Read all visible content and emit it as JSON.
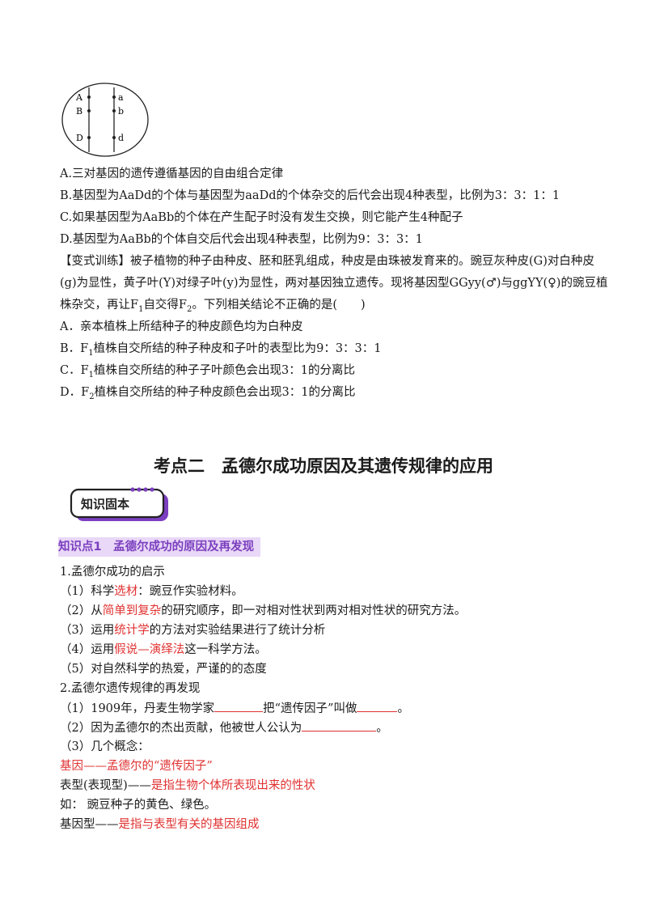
{
  "diagram": {
    "left_labels": [
      "A",
      "B",
      "D"
    ],
    "right_labels": [
      "a",
      "b",
      "d"
    ]
  },
  "q1_options": [
    "A.三对基因的遗传遵循基因的自由组合定律",
    "B.基因型为AaDd的个体与基因型为aaDd的个体杂交的后代会出现4种表型，比例为3：3：1：1",
    "C.如果基因型为AaBb的个体在产生配子时没有发生交换，则它能产生4种配子",
    "D.基因型为AaBb的个体自交后代会出现4种表型，比例为9：3：3：1"
  ],
  "variant": {
    "line1": "【变式训练】被子植物的种子由种皮、胚和胚乳组成，种皮是由珠被发育来的。豌豆灰种皮(G)对白种皮",
    "line2": "(g)为显性，黄子叶(Y)对绿子叶(y)为显性，两对基因独立遗传。现将基因型GGyy(♂)与ggYY(♀)的豌豆植",
    "line3_a": "株杂交，再让F",
    "line3_sub1": "1",
    "line3_b": "自交得F",
    "line3_sub2": "2",
    "line3_c": "。下列相关结论不正确的是(　　)",
    "opt_a": "A．亲本植株上所结种子的种皮颜色均为白种皮",
    "opt_b_pre": "B．F",
    "opt_b_sub": "1",
    "opt_b_post": "植株自交所结的种子种皮和子叶的表型比为9：3：3：1",
    "opt_c_pre": "C．F",
    "opt_c_sub": "1",
    "opt_c_post": "植株自交所结的种子子叶颜色会出现3：1的分离比",
    "opt_d_pre": "D．F",
    "opt_d_sub": "2",
    "opt_d_post": "植株自交所结的种子种皮颜色会出现3：1的分离比"
  },
  "section_title": "考点二　孟德尔成功原因及其遗传规律的应用",
  "badge_label": "知识固本",
  "knowledge_point": "知识点1　孟德尔成功的原因及再发现",
  "content": {
    "h1": "1.孟德尔成功的启示",
    "l1_pre": "（1）科学",
    "l1_red": "选材",
    "l1_post": "：豌豆作实验材料。",
    "l2_pre": "（2）从",
    "l2_red1": "简单到复杂",
    "l2_post": "的研究顺序，即一对相对性状到两对相对性状的研究方法。",
    "l3_pre": "（3）运用",
    "l3_red": "统计学",
    "l3_post": "的方法对实验结果进行了统计分析",
    "l4_pre": "（4）运用",
    "l4_red": "假说—演绎法",
    "l4_post": "这一科学方法。",
    "l5": "（5）对自然科学的热爱，严谨的的态度",
    "h2": "2.孟德尔遗传规律的再发现",
    "m1_a": "（1）1909年，丹麦生物学家",
    "m1_b": "把“遗传因子”叫做",
    "m1_c": "。",
    "m2_a": "（2）因为孟德尔的杰出贡献，他被世人公认为",
    "m2_b": "。",
    "m3": "（3）几个概念：",
    "c1_pre": "基因——",
    "c1_red": "孟德尔的“遗传因子”",
    "c2_pre": "表型(表现型)——",
    "c2_red": "是指生物个体所表现出来的性状",
    "c3": "如：  豌豆种子的黄色、绿色。",
    "c4_pre": "基因型——",
    "c4_red": "是指与表型有关的基因组成"
  },
  "colors": {
    "accent_red": "#e03131",
    "badge_purple": "#7b3fbf",
    "highlight": "#e9d8f7"
  }
}
